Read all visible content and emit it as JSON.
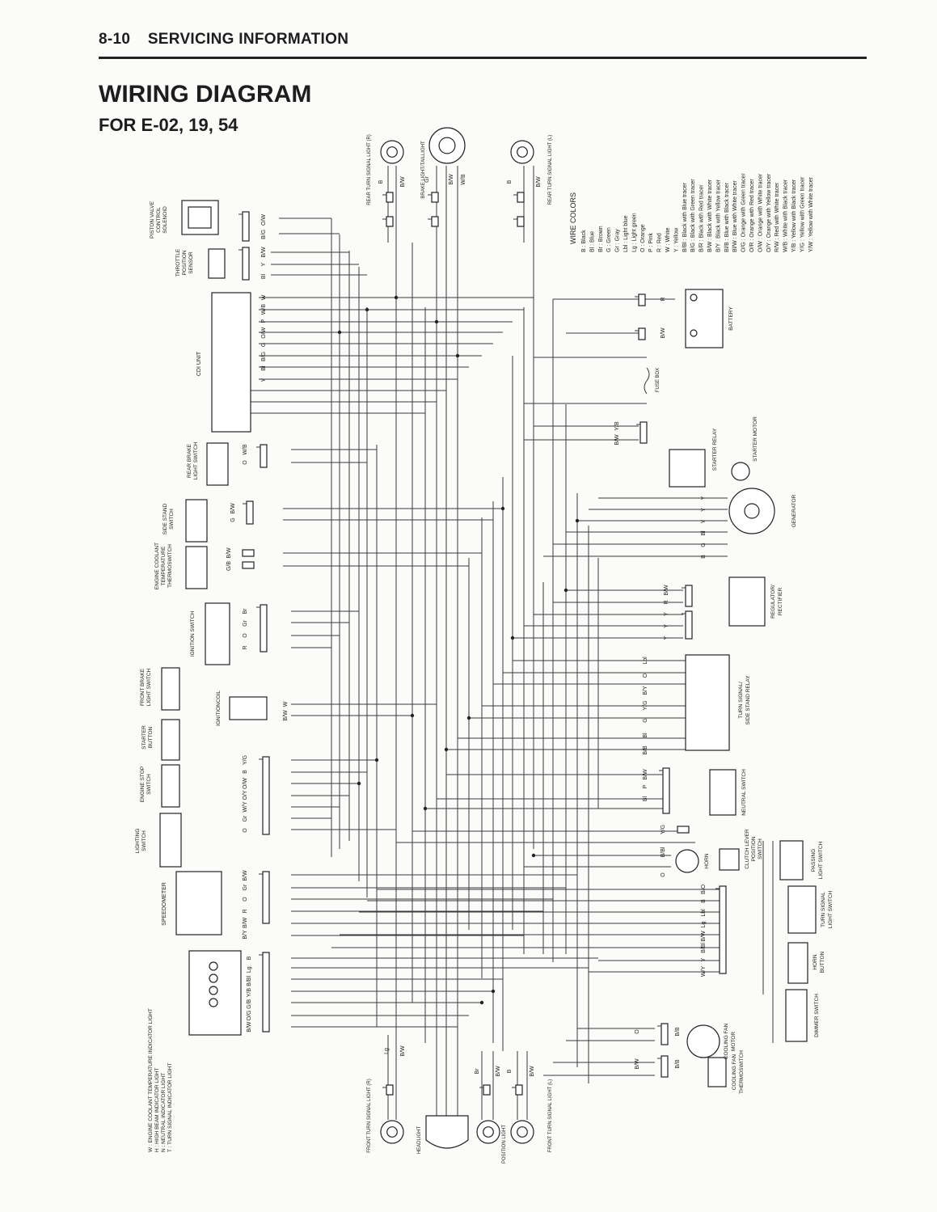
{
  "header": {
    "section": "8-10",
    "title": "SERVICING INFORMATION"
  },
  "title": "WIRING DIAGRAM",
  "subtitle": "FOR E-02, 19, 54",
  "components": {
    "piston_valve": [
      "PISTON VALVE",
      "CONTROL",
      "SOLENOID"
    ],
    "throttle_sensor": [
      "THROTTLE",
      "POSITION",
      "SENSOR"
    ],
    "cdi_unit": "CDI UNIT",
    "rear_brake_switch": [
      "REAR BRAKE",
      "LIGHT SWITCH"
    ],
    "side_stand_switch": [
      "SIDE STAND",
      "SWITCH"
    ],
    "coolant_thermoswitch": [
      "ENGINE COOLANT",
      "TEMPERATURE",
      "THERMOSWITCH"
    ],
    "ignition_switch": "IGNITION SWITCH",
    "ignition_coil": "IGNITIONCOIL",
    "front_brake_switch": [
      "FRONT BRAKE",
      "LIGHT SWITCH"
    ],
    "starter_button": [
      "STARTER",
      "BUTTON"
    ],
    "engine_stop_switch": [
      "ENGINE STOP",
      "SWITCH"
    ],
    "lighting_switch": [
      "LIGHTING",
      "SWITCH"
    ],
    "speedometer": "SPEEDOMETER",
    "rear_turn_r": "REAR TURN SIGNAL LIGHT (R)",
    "brake_tail": "BRAKE LIGHT/TAILLIGHT",
    "rear_turn_l": "REAR TURN SIGNAL LIGHT (L)",
    "battery": "BATTERY",
    "fuse_box": "FUSE BOX",
    "starter_relay": "STARTER RELAY",
    "starter_motor": "STARTER MOTOR",
    "generator": "GENERATOR",
    "regulator": [
      "REGULATOR/",
      "RECTIFIER"
    ],
    "turn_relay": [
      "TURN SIGNAL/",
      "SIDE STAND RELAY"
    ],
    "neutral_switch": "NEUTRAL SWITCH",
    "horn": "HORN",
    "clutch_switch": [
      "CLUTCH LEVER",
      "POSITION",
      "SWITCH"
    ],
    "passing_switch": [
      "PASSING",
      "LIGHT SWITCH"
    ],
    "turn_switch": [
      "TURN SIGNAL",
      "LIGHT SWITCH"
    ],
    "horn_button": [
      "HORN",
      "BUTTON"
    ],
    "dimmer_switch": "DIMMER SWITCH",
    "cooling_fan_motor": [
      "COOLING FAN",
      "MOTOR"
    ],
    "cooling_fan_thermo": [
      "COOLING FAN",
      "THERMOSWITCH"
    ],
    "front_turn_r": "FRONT TURN SIGNAL LIGHT (R)",
    "headlight": "HEADLIGHT",
    "position_light": "POSITION LIGHT",
    "front_turn_l": "FRONT TURN SIGNAL LIGHT (L)"
  },
  "indicator_legend": [
    "W  : ENGINE COOLANT TEMPERATURE INDICATOR LIGHT",
    "H  : HIGH BEAM INDICATOR LIGHT",
    "N  : NEUTRAL INDICATOR LIGHT",
    "T  : TURN SIGNAL INDICATOR LIGHT"
  ],
  "wire_colors": {
    "title": "WIRE COLORS",
    "entries": [
      "B    : Black",
      "Bl   : Blue",
      "Br   : Brown",
      "G    : Green",
      "Gr   : Gray",
      "Lbl  : Light blue",
      "Lg   : Light green",
      "O    : Orange",
      "P    : Pink",
      "R    : Red",
      "W    : White",
      "Y    : Yellow",
      "B/Bl : Black with Blue tracer",
      "B/G  : Black with Green tracer",
      "B/R  : Black with Red tracer",
      "B/W  : Black with White tracer",
      "B/Y  : Black with Yellow tracer",
      "Bl/B : Blue with Black tracer",
      "Bl/W : Blue with White tracer",
      "O/G  : Orange with Green tracer",
      "O/R  : Orange with Red tracer",
      "O/W  : Orange with White tracer",
      "O/Y  : Orange with Yellow tracer",
      "R/W  : Red with White tracer",
      "W/B  : White with Black tracer",
      "Y/B  : Yellow with Black tracer",
      "Y/G  : Yellow with Green tracer",
      "Y/W  : Yellow with White tracer"
    ]
  },
  "wire_labels": {
    "cdi": [
      "W",
      "W/B",
      "P",
      "O/W",
      "G",
      "B/G",
      "Bl",
      "Y"
    ],
    "piston": [
      "O/W",
      "B/G"
    ],
    "throttle": [
      "B/W",
      "Y",
      "Bl"
    ],
    "rear_brake": [
      "W/B",
      "O"
    ],
    "side_stand": [
      "B/W",
      "G"
    ],
    "thermo": [
      "B/W",
      "G/B"
    ],
    "ignition": [
      "Br",
      "Gr",
      "O",
      "R"
    ],
    "coil": [
      "W",
      "B/W"
    ],
    "engine_stop": [
      "Y/G",
      "B",
      "O/W",
      "O/Y",
      "W/Y",
      "Gr",
      "O"
    ],
    "speedometer": [
      "B/W",
      "Gr",
      "O",
      "R",
      "B/W",
      "B/Y"
    ],
    "indicators": [
      "B",
      "Lg",
      "B/Bl",
      "Y/B",
      "G/B",
      "O/G",
      "B/W"
    ],
    "battery": [
      "R",
      "B/W"
    ],
    "starter_relay": [
      "Y/B",
      "B/W"
    ],
    "generator": [
      "Y",
      "Y",
      "Y",
      "Bl",
      "G",
      "B"
    ],
    "regulator": [
      "B/W",
      "R",
      "Y",
      "Y",
      "Y"
    ],
    "turn_relay": [
      "Lbl",
      "O",
      "B/Y",
      "Y/G",
      "G",
      "Bl",
      "B/B"
    ],
    "neutral": [
      "B/W",
      "P",
      "Bl"
    ],
    "horn": [
      "Y/G",
      "B/Bl",
      "O"
    ],
    "handlebar": [
      "B/O",
      "B",
      "Lbl",
      "Lg",
      "B/W",
      "B/Bl",
      "Y",
      "W/Y"
    ],
    "fan": [
      "O",
      "B/B",
      "B/W",
      "B/B"
    ],
    "front_lamps": [
      "Lg",
      "B/W",
      "Br",
      "B/W",
      "B",
      "B/W"
    ],
    "rear_lamps": [
      "B",
      "B/W",
      "Gr",
      "B/W",
      "W/B",
      "B",
      "B/W"
    ]
  }
}
